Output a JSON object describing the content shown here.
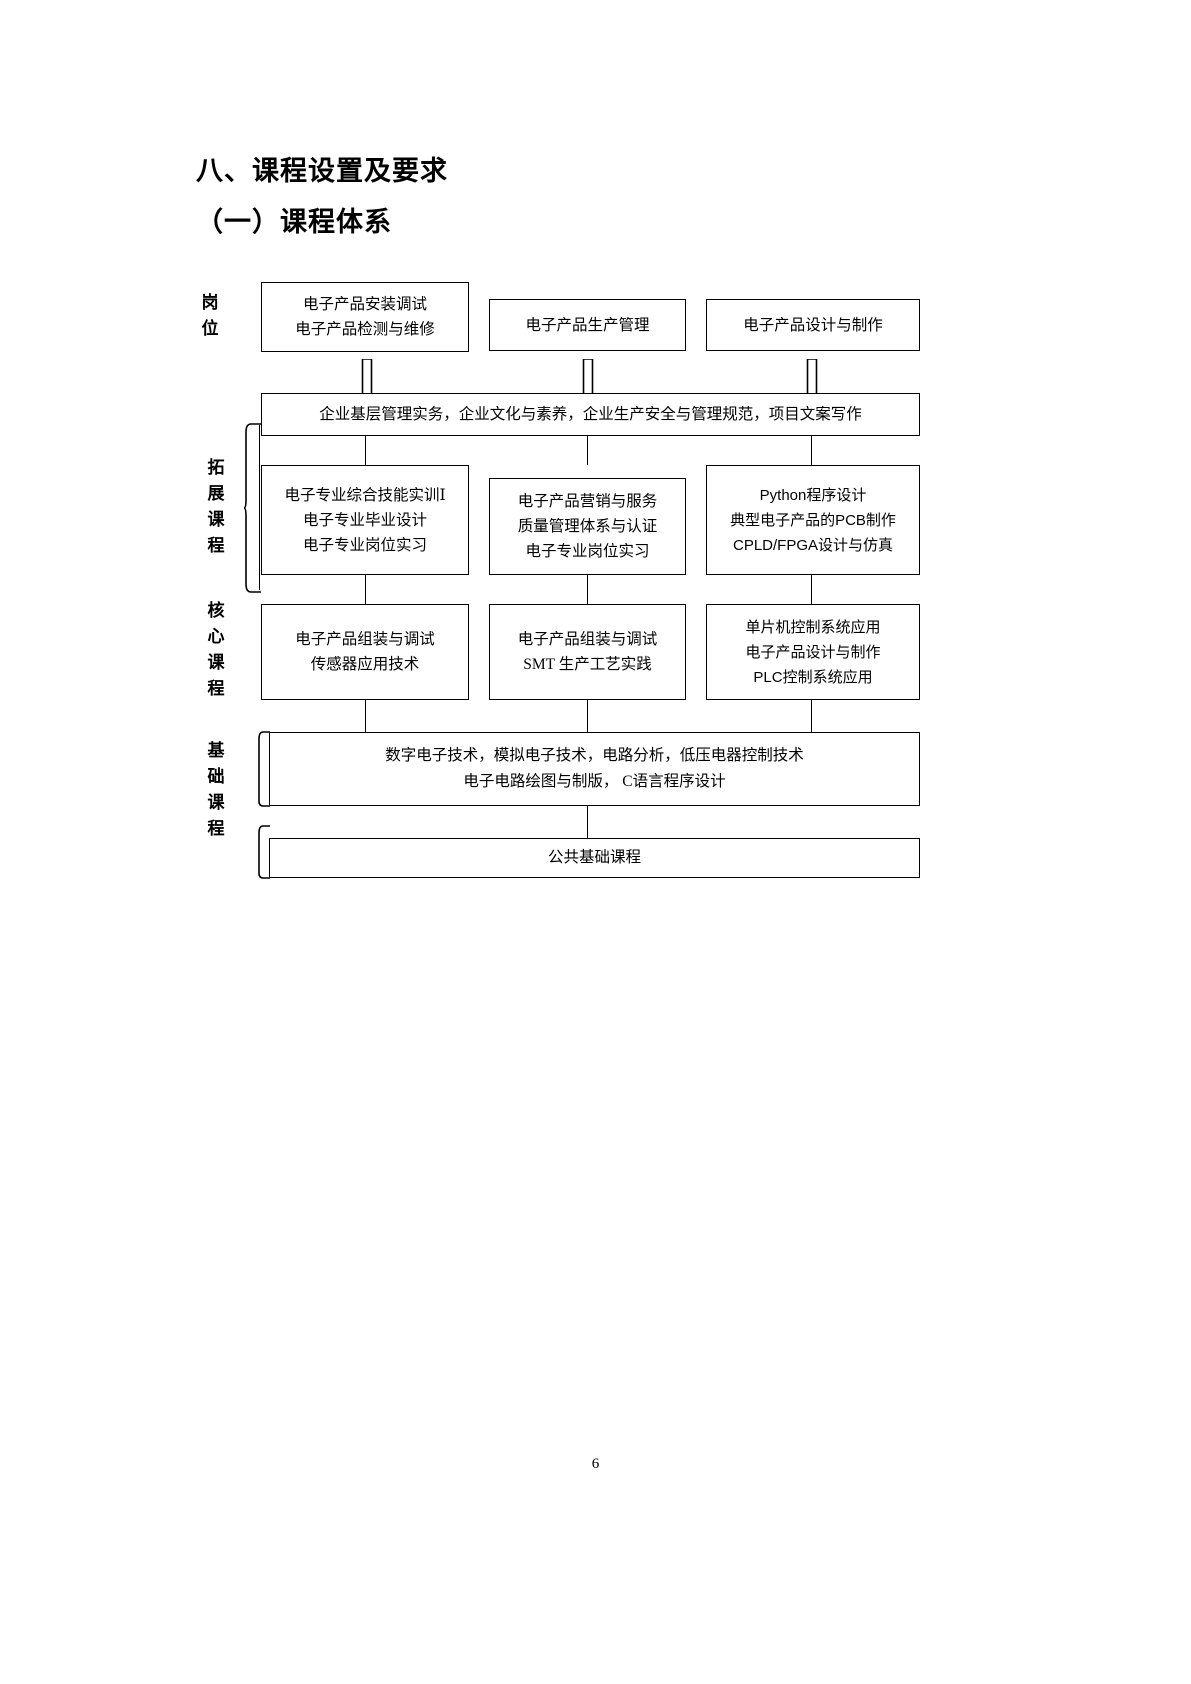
{
  "document": {
    "heading_main": "八、课程设置及要求",
    "heading_sub": "（一）课程体系",
    "page_number": "6"
  },
  "diagram": {
    "row_labels": {
      "post": "岗\n位",
      "extension": "拓\n展\n课\n程",
      "core": "核\n心\n课\n程",
      "basic": "基\n础\n课\n程"
    },
    "post_boxes": [
      {
        "text": "电子产品安装调试\n电子产品检测与维修"
      },
      {
        "text": "电子产品生产管理"
      },
      {
        "text": "电子产品设计与制作"
      }
    ],
    "quality_bar": {
      "text": "企业基层管理实务，企业文化与素养，企业生产安全与管理规范，项目文案写作"
    },
    "extension_boxes": [
      {
        "text": "电子专业综合技能实训Ⅰ\n电子专业毕业设计\n电子专业岗位实习"
      },
      {
        "text": "电子产品营销与服务\n质量管理体系与认证\n电子专业岗位实习"
      },
      {
        "text": "Python程序设计\n典型电子产品的PCB制作\nCPLD/FPGA设计与仿真"
      }
    ],
    "core_boxes": [
      {
        "text": "电子产品组装与调试\n传感器应用技术"
      },
      {
        "text": "电子产品组装与调试\nSMT 生产工艺实践"
      },
      {
        "text": "单片机控制系统应用\n电子产品设计与制作\nPLC控制系统应用"
      }
    ],
    "basic_bar": {
      "text": "数字电子技术，模拟电子技术，电路分析，低压电器控制技术\n电子电路绘图与制版，  C语言程序设计"
    },
    "public_bar": {
      "text": "公共基础课程"
    }
  }
}
